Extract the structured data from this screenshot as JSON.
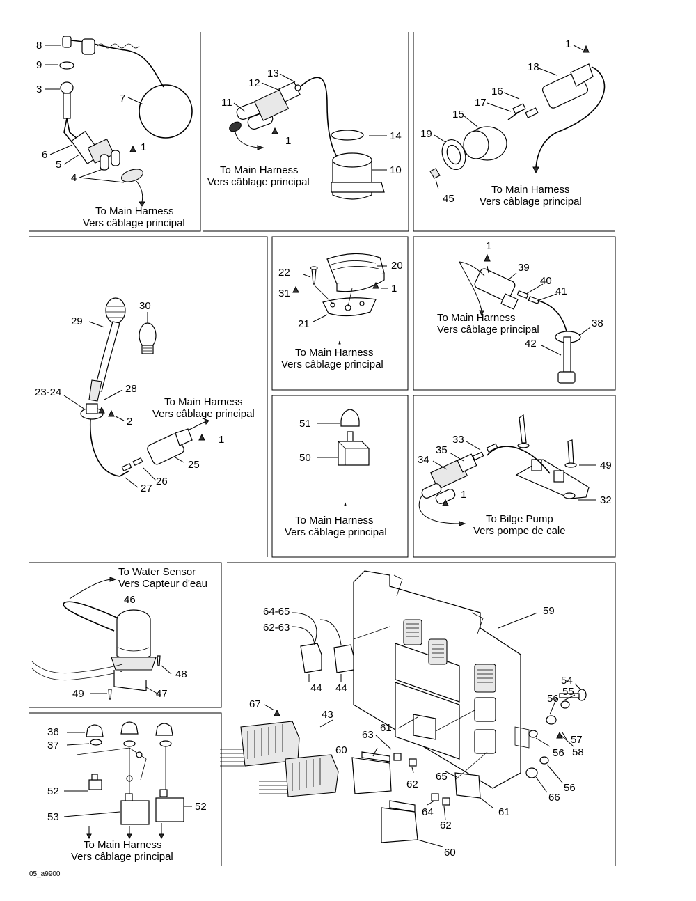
{
  "labels": {
    "p1_8": "8",
    "p1_9": "9",
    "p1_3": "3",
    "p1_7": "7",
    "p1_6": "6",
    "p1_5": "5",
    "p1_1": "1",
    "p1_4": "4",
    "p2_13": "13",
    "p2_12": "12",
    "p2_11": "11",
    "p2_14": "14",
    "p2_1": "1",
    "p2_10": "10",
    "p3_1": "1",
    "p3_18": "18",
    "p3_16": "16",
    "p3_17": "17",
    "p3_15": "15",
    "p3_19": "19",
    "p3_45": "45",
    "p4_30": "30",
    "p4_29": "29",
    "p4_23_24": "23-24",
    "p4_28": "28",
    "p4_2": "2",
    "p4_1": "1",
    "p4_25": "25",
    "p4_26": "26",
    "p4_27": "27",
    "p5_22": "22",
    "p5_20": "20",
    "p5_31": "31",
    "p5_1": "1",
    "p5_21": "21",
    "p6_1": "1",
    "p6_39": "39",
    "p6_40": "40",
    "p6_41": "41",
    "p6_38": "38",
    "p6_42": "42",
    "p7_51": "51",
    "p7_50": "50",
    "p8_33": "33",
    "p8_35": "35",
    "p8_34": "34",
    "p8_49": "49",
    "p8_1": "1",
    "p8_32": "32",
    "p9_46": "46",
    "p9_48": "48",
    "p9_49": "49",
    "p9_47": "47",
    "p10_36": "36",
    "p10_37": "37",
    "p10_52a": "52",
    "p10_52b": "52",
    "p10_53": "53",
    "p11_64_65": "64-65",
    "p11_62_63": "62-63",
    "p11_59": "59",
    "p11_44a": "44",
    "p11_44b": "44",
    "p11_67": "67",
    "p11_43": "43",
    "p11_54": "54",
    "p11_55": "55",
    "p11_56a": "56",
    "p11_63": "63",
    "p11_61a": "61",
    "p11_57": "57",
    "p11_56b": "56",
    "p11_58": "58",
    "p11_60a": "60",
    "p11_65": "65",
    "p11_62a": "62",
    "p11_56c": "56",
    "p11_66": "66",
    "p11_64": "64",
    "p11_61b": "61",
    "p11_62b": "62",
    "p11_60b": "60"
  },
  "captions": {
    "main_en": "To Main Harness",
    "main_fr": "Vers câblage principal",
    "water_en": "To Water Sensor",
    "water_fr": "Vers Capteur d'eau",
    "bilge_en": "To Bilge Pump",
    "bilge_fr": "Vers pompe de cale"
  },
  "footer_code": "05_a9900"
}
